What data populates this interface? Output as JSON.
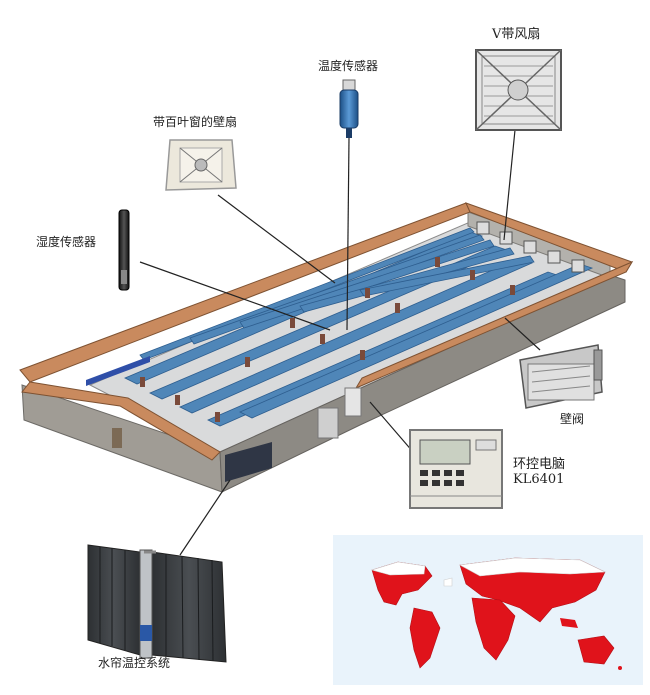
{
  "labels": {
    "humidity_sensor_top": "温度传感器",
    "v_belt_fan": "V带风扇",
    "shutter_wall_fan": "带百叶窗的壁扇",
    "humidity_sensor_left": "湿度传感器",
    "wall_valve": "壁阀",
    "controller_line1": "环控电脑",
    "controller_line2": "KL6401",
    "water_curtain": "水帘温控系统"
  },
  "colors": {
    "roof_edge": "#c98a5e",
    "pen_blue": "#4f86b8",
    "floor_grey": "#d9dadb",
    "wall_grey": "#9e9b94",
    "map_ocean": "#e9f3fb",
    "map_red": "#e0131b"
  },
  "icons": [
    "sensor-probe-icon",
    "v-belt-fan-icon",
    "shutter-fan-icon",
    "wall-valve-icon",
    "controller-box-icon",
    "cooling-pad-icon",
    "world-map-icon"
  ]
}
